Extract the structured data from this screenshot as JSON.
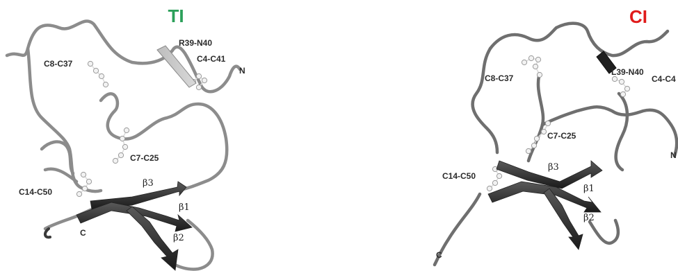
{
  "panels": [
    {
      "title": "TI",
      "title_color": "#2ca05a",
      "labels": {
        "c8_c37": "C8-C37",
        "r39_n40": "R39-N40",
        "c4_c41": "C4-C41",
        "n_term": "N",
        "c7_c25": "C7-C25",
        "c14_c50": "C14-C50",
        "beta3": "β3",
        "beta1": "β1",
        "beta2": "β2",
        "c_term": "C"
      }
    },
    {
      "title": "CI",
      "title_color": "#e01b1b",
      "labels": {
        "c8_c37": "C8-C37",
        "l39_n40": "L39-N40",
        "c4_c41": "C4-C4",
        "c7_c25": "C7-C25",
        "c14_c50": "C14-C50",
        "beta3": "β3",
        "beta1": "β1",
        "beta2": "β2",
        "c_term": "C",
        "n_term": "N"
      }
    }
  ]
}
